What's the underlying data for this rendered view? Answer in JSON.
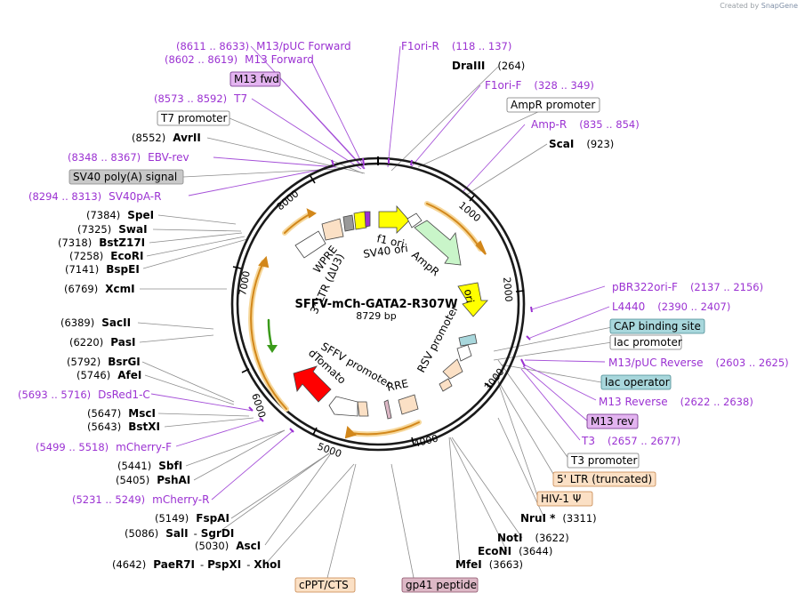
{
  "credit": {
    "prefix": "Created by",
    "brand": "SnapGene"
  },
  "plasmid": {
    "name": "SFFV-mCh-GATA2-R307W",
    "length_label": "8729 bp"
  },
  "ticks": [
    "1000",
    "2000",
    "3000",
    "4000",
    "5000",
    "6000",
    "7000",
    "8000"
  ],
  "site_labels": [
    {
      "name": "DraIII",
      "pos": "(264)"
    },
    {
      "name": "ScaI",
      "pos": "(923)"
    },
    {
      "name": "AvrII",
      "pos": "(8552)"
    },
    {
      "name": "SpeI",
      "pos": "(7384)"
    },
    {
      "name": "SwaI",
      "pos": "(7325)"
    },
    {
      "name": "BstZ17I",
      "pos": "(7318)"
    },
    {
      "name": "EcoRI",
      "pos": "(7258)"
    },
    {
      "name": "BspEI",
      "pos": "(7141)"
    },
    {
      "name": "XcmI",
      "pos": "(6769)"
    },
    {
      "name": "SacII",
      "pos": "(6389)"
    },
    {
      "name": "PasI",
      "pos": "(6220)"
    },
    {
      "name": "BsrGI",
      "pos": "(5792)"
    },
    {
      "name": "AfeI",
      "pos": "(5746)"
    },
    {
      "name": "MscI",
      "pos": "(5647)"
    },
    {
      "name": "BstXI",
      "pos": "(5643)"
    },
    {
      "name": "SbfI",
      "pos": "(5441)"
    },
    {
      "name": "PshAI",
      "pos": "(5405)"
    },
    {
      "name": "FspAI",
      "pos": "(5149)"
    },
    {
      "name": "SalI",
      "pos": "(5086)"
    },
    {
      "name": "SgrDI",
      "pos": ""
    },
    {
      "name": "AscI",
      "pos": "(5030)"
    },
    {
      "name": "PaeR7I",
      "pos": "(4642)"
    },
    {
      "name": "PspXI",
      "pos": ""
    },
    {
      "name": "XhoI",
      "pos": ""
    },
    {
      "name": "NruI *",
      "pos": "(3311)"
    },
    {
      "name": "NotI",
      "pos": "(3622)"
    },
    {
      "name": "EcoNI",
      "pos": "(3644)"
    },
    {
      "name": "MfeI",
      "pos": "(3663)"
    }
  ],
  "primer_labels": [
    {
      "name": "M13/pUC Forward",
      "pos": "(8611 .. 8633)"
    },
    {
      "name": "M13 Forward",
      "pos": "(8602 .. 8619)"
    },
    {
      "name": "T7",
      "pos": "(8573 .. 8592)"
    },
    {
      "name": "EBV-rev",
      "pos": "(8348 .. 8367)"
    },
    {
      "name": "SV40pA-R",
      "pos": "(8294 .. 8313)"
    },
    {
      "name": "DsRed1-C",
      "pos": "(5693 .. 5716)"
    },
    {
      "name": "mCherry-F",
      "pos": "(5499 .. 5518)"
    },
    {
      "name": "mCherry-R",
      "pos": "(5231 .. 5249)"
    },
    {
      "name": "F1ori-R",
      "pos": "(118 .. 137)"
    },
    {
      "name": "F1ori-F",
      "pos": "(328 .. 349)"
    },
    {
      "name": "Amp-R",
      "pos": "(835 .. 854)"
    },
    {
      "name": "pBR322ori-F",
      "pos": "(2137 .. 2156)"
    },
    {
      "name": "L4440",
      "pos": "(2390 .. 2407)"
    },
    {
      "name": "M13/pUC Reverse",
      "pos": "(2603 .. 2625)"
    },
    {
      "name": "M13 Reverse",
      "pos": "(2622 .. 2638)"
    },
    {
      "name": "T3",
      "pos": "(2657 .. 2677)"
    }
  ],
  "boxed_labels": [
    {
      "name": "M13 fwd",
      "fill": "#e3b4f0",
      "stroke": "#6b2a86"
    },
    {
      "name": "T7 promoter",
      "fill": "#ffffff",
      "stroke": "#777777"
    },
    {
      "name": "SV40 poly(A) signal",
      "fill": "#c8c8c8",
      "stroke": "#888888"
    },
    {
      "name": "AmpR promoter",
      "fill": "#ffffff",
      "stroke": "#777777"
    },
    {
      "name": "CAP binding site",
      "fill": "#a8d7dc",
      "stroke": "#4a8a92"
    },
    {
      "name": "lac promoter",
      "fill": "#ffffff",
      "stroke": "#777777"
    },
    {
      "name": "lac operator",
      "fill": "#a8d7dc",
      "stroke": "#4a8a92"
    },
    {
      "name": "M13 rev",
      "fill": "#e3b4f0",
      "stroke": "#6b2a86"
    },
    {
      "name": "T3 promoter",
      "fill": "#ffffff",
      "stroke": "#777777"
    },
    {
      "name": "5' LTR (truncated)",
      "fill": "#fbe0c5",
      "stroke": "#c6844a"
    },
    {
      "name": "HIV-1 Ψ",
      "fill": "#fbe0c5",
      "stroke": "#c6844a"
    },
    {
      "name": "cPPT/CTS",
      "fill": "#fbe0c5",
      "stroke": "#c6844a"
    },
    {
      "name": "gp41 peptide",
      "fill": "#ddb8c6",
      "stroke": "#8a5068"
    }
  ],
  "inner_labels": [
    "f1 ori",
    "AmpR",
    "ori",
    "RSV promoter",
    "RRE",
    "SFFV promoter",
    "dTomato",
    "3' LTR (ΔU3)",
    "WPRE",
    "SV40 ori"
  ],
  "colors": {
    "ampr": "#c9f5c9",
    "ori": "#ffff00",
    "dtomato": "#ff0000",
    "ltr": "#fbe0c5",
    "primer": "#9b32d2",
    "arrow_orf": "#d2871a",
    "arrow_green": "#3a9a1a"
  }
}
